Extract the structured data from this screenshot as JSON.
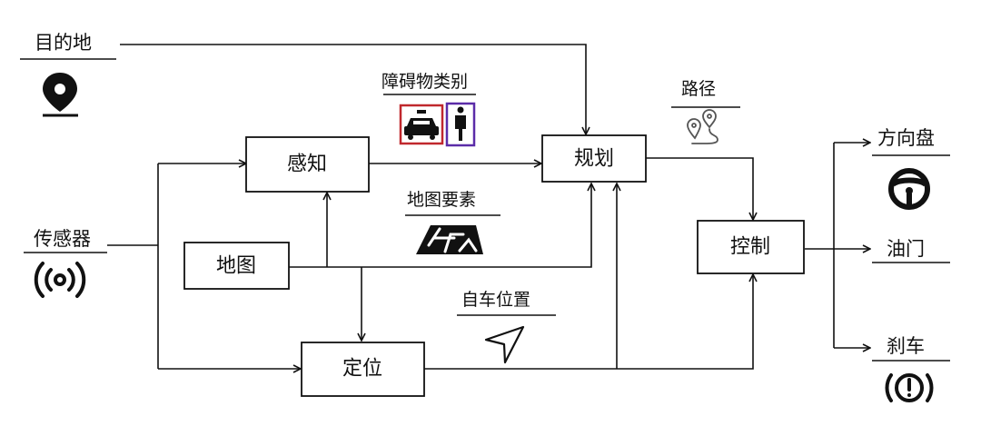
{
  "nodes": {
    "perception": "感知",
    "map": "地图",
    "localization": "定位",
    "planning": "规划",
    "control": "控制"
  },
  "inputs": {
    "destination": "目的地",
    "sensor": "传感器"
  },
  "annotations": {
    "obstacle_class": "障碍物类别",
    "map_elements": "地图要素",
    "ego_position": "自车位置",
    "path": "路径"
  },
  "outputs": {
    "steering_wheel": "方向盘",
    "throttle": "油门",
    "brake": "刹车"
  },
  "icons": {
    "destination": "location-pin-icon",
    "sensor": "wireless-signal-icon",
    "obstacle_car": "car-icon",
    "obstacle_person": "pedestrian-icon",
    "map_elements": "road-map-icon",
    "ego_position": "navigation-arrow-icon",
    "path": "route-icon",
    "steering_wheel": "steering-wheel-icon",
    "brake": "brake-warning-icon"
  },
  "colors": {
    "car_frame": "#c0282d",
    "person_frame": "#5b2ca8"
  }
}
